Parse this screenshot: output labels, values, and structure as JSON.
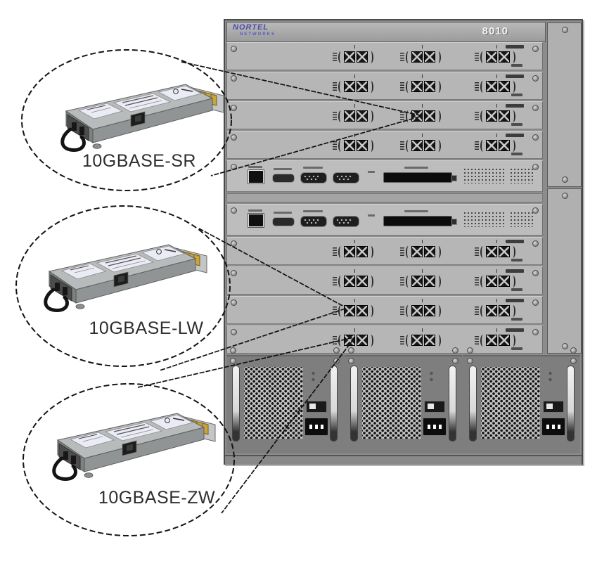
{
  "header": {
    "brand": "NORTEL",
    "brand_sub": "NETWORKS",
    "model": "8010"
  },
  "chassis": {
    "line_card_slots": 8,
    "management_slots": 2,
    "port_groups_per_card": 3,
    "ports_per_group": 2,
    "power_supplies": 3
  },
  "callouts": [
    {
      "label": "10GBASE-SR",
      "target": "slot-3-port-group-2"
    },
    {
      "label": "10GBASE-LW",
      "target": "slot-9-port-group-1"
    },
    {
      "label": "10GBASE-ZW",
      "target": "slot-10-port-group-1"
    }
  ],
  "colors": {
    "logo_blue": "#4a4ab4",
    "chassis_gray": "#b6b6b6",
    "xfp_gold": "#c8a43c"
  }
}
